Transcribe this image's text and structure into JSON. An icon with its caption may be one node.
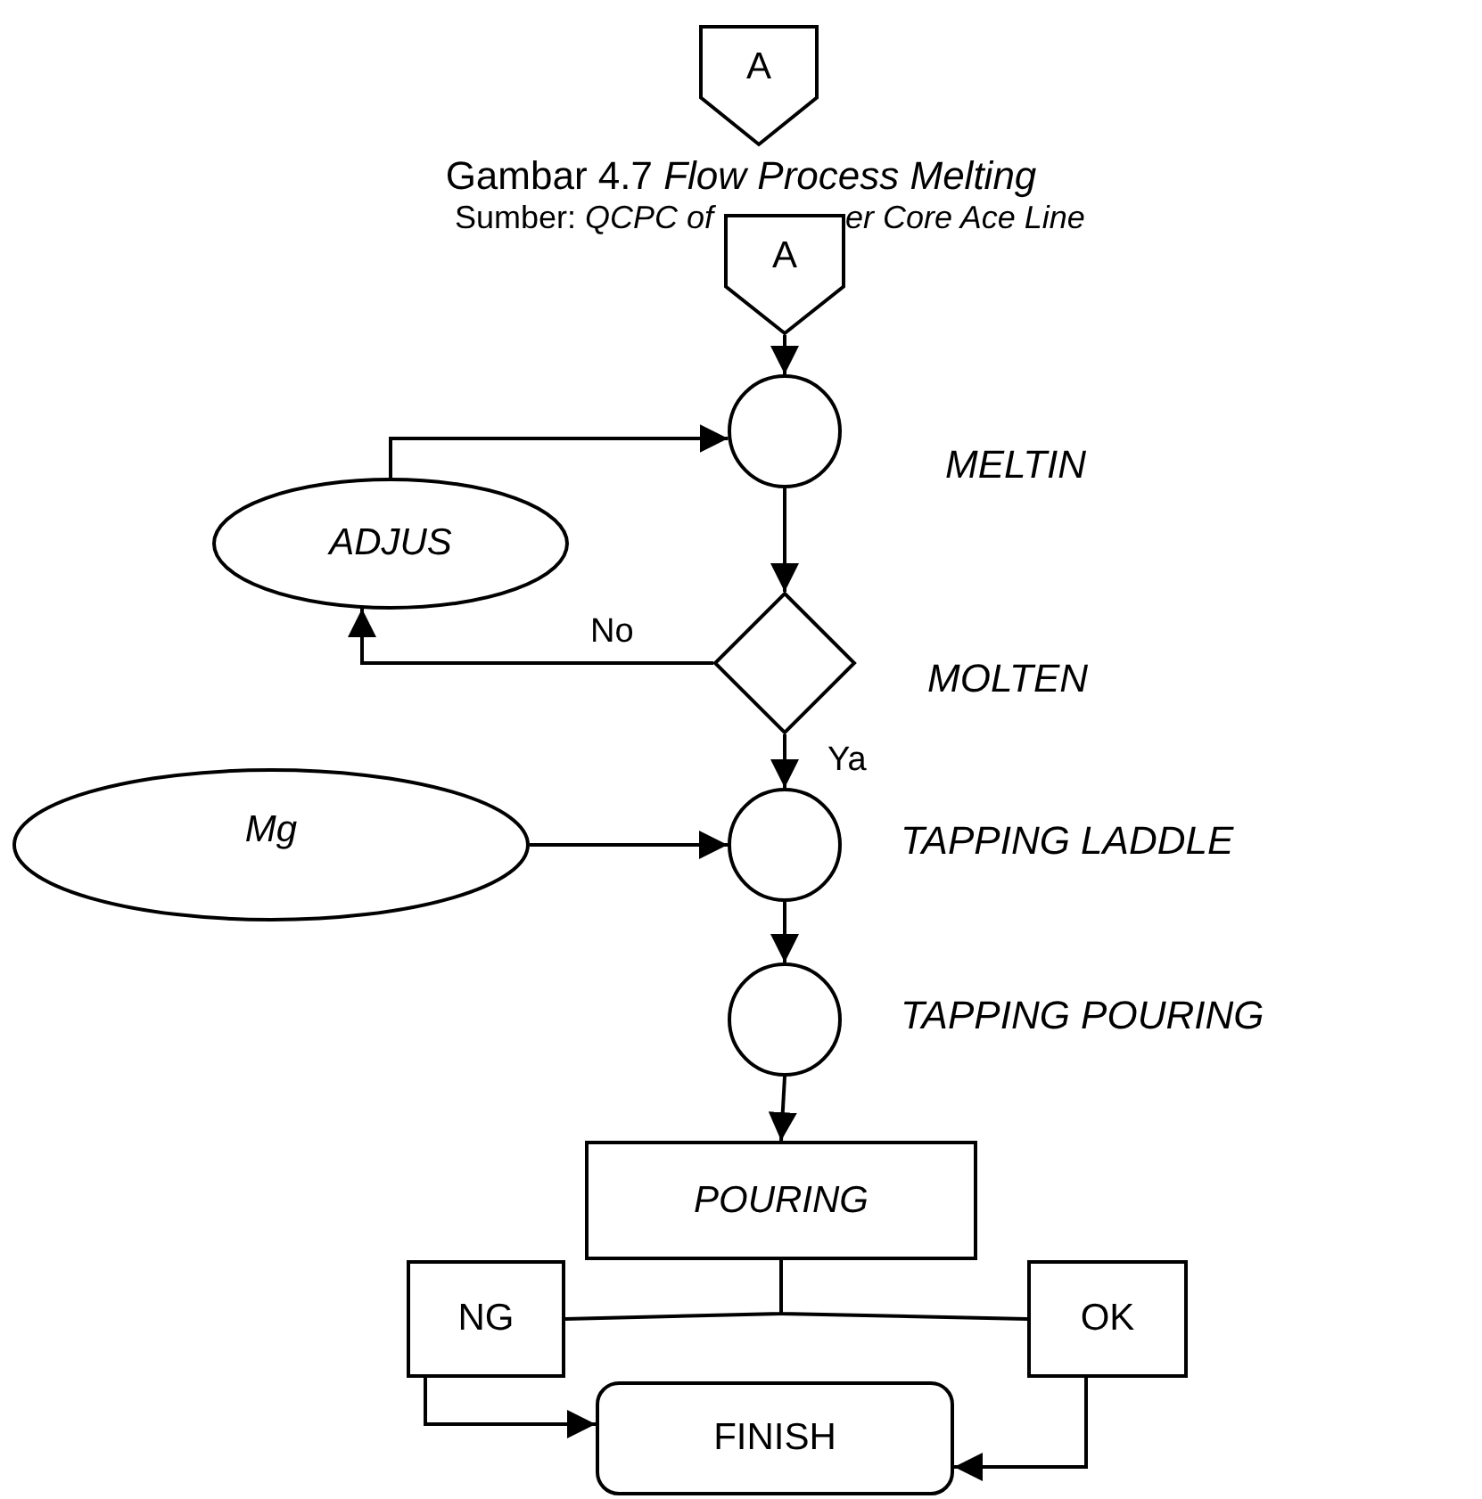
{
  "diagram": {
    "caption": "Gambar 4.7 *Flow Process Melting*",
    "nodes": [
      {
        "text": [
          "A"
        ]
      },
      {
        "text": [
          "A"
        ]
      },
      {
        "text": [],
        "shape": "circle",
        "beside": [
          "MELTIN"
        ]
      },
      {
        "text": [
          "ADJUS"
        ]
      },
      {
        "text": [],
        "shape": "diamond",
        "beside": [
          "MOLTEN"
        ]
      },
      {
        "text": [
          "Mg"
        ]
      },
      {
        "text": [],
        "shape": "circle",
        "beside": [
          "TAPPING LADDLE"
        ]
      },
      {
        "text": [],
        "shape": "circle",
        "beside": [
          "TAPPING POURING"
        ]
      },
      {
        "text": [
          "POURING"
        ]
      },
      {
        "text": [
          "NG"
        ]
      },
      {
        "text": [
          "OK"
        ]
      },
      {
        "text": [
          "FINISH"
        ]
      }
    ],
    "edges": [
      {
        "from": 1,
        "to": 2,
        "arrow": "to"
      },
      {
        "from": 3,
        "to": 2,
        "arrow": "to"
      },
      {
        "from": 2,
        "to": 4,
        "arrow": "to"
      },
      {
        "from": 4,
        "to": 3,
        "arrow": "to",
        "label": "No"
      },
      {
        "from": 4,
        "to": 6,
        "arrow": "to",
        "label": "Ya"
      },
      {
        "from": 5,
        "to": 6,
        "arrow": "to"
      },
      {
        "from": 6,
        "to": 7,
        "arrow": "to"
      },
      {
        "from": 7,
        "to": 8,
        "arrow": "to"
      },
      {
        "from": 8,
        "to": 9,
        "arrow": "none"
      },
      {
        "from": 8,
        "to": 10,
        "arrow": "none"
      },
      {
        "from": 9,
        "to": 11,
        "arrow": "to"
      },
      {
        "from": 10,
        "to": 11,
        "arrow": "to"
      }
    ],
    "labels": [
      "Sumber: *QCPC of*",
      "*er Core Ace Line*"
    ]
  }
}
